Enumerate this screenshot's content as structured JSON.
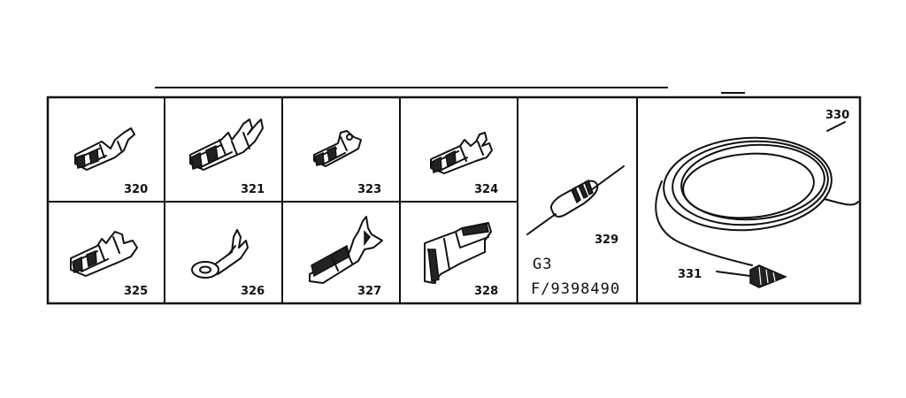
{
  "cells": {
    "p320": "320",
    "p321": "321",
    "p323": "323",
    "p324": "324",
    "p325": "325",
    "p326": "326",
    "p327": "327",
    "p328": "328",
    "p329": "329",
    "p330": "330",
    "p331": "331"
  },
  "resistor_panel": {
    "code_line1": "G3",
    "code_line2": "F/9398490"
  }
}
